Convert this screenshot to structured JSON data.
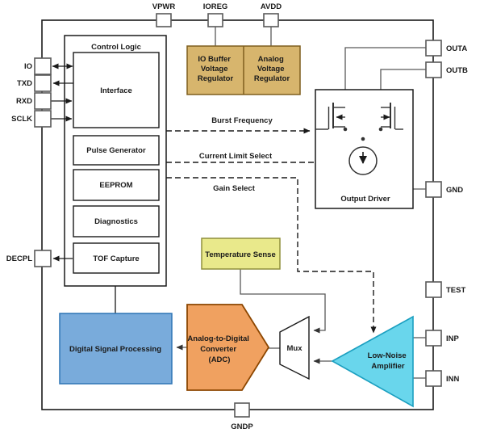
{
  "pins": {
    "top": [
      {
        "label": "VPWR"
      },
      {
        "label": "IOREG"
      },
      {
        "label": "AVDD"
      }
    ],
    "left": [
      {
        "label": "IO"
      },
      {
        "label": "TXD"
      },
      {
        "label": "RXD"
      },
      {
        "label": "SCLK"
      },
      {
        "label": "DECPL"
      }
    ],
    "right": [
      {
        "label": "OUTA"
      },
      {
        "label": "OUTB"
      },
      {
        "label": "GND"
      },
      {
        "label": "TEST"
      },
      {
        "label": "INP"
      },
      {
        "label": "INN"
      }
    ],
    "bottom": [
      {
        "label": "GNDP"
      }
    ]
  },
  "blocks": {
    "control_logic": {
      "label": "Control Logic"
    },
    "interface": {
      "label": "Interface"
    },
    "pulse_generator": {
      "label": "Pulse Generator"
    },
    "eeprom": {
      "label": "EEPROM"
    },
    "diagnostics": {
      "label": "Diagnostics"
    },
    "tof_capture": {
      "label": "TOF Capture"
    },
    "io_buffer_regulator": {
      "lines": [
        "IO Buffer",
        "Voltage",
        "Regulator"
      ]
    },
    "analog_regulator": {
      "lines": [
        "Analog",
        "Voltage",
        "Regulator"
      ]
    },
    "output_driver": {
      "label": "Output Driver"
    },
    "temperature_sense": {
      "label": "Temperature Sense"
    },
    "dsp": {
      "label": "Digital Signal Processing"
    },
    "adc": {
      "lines": [
        "Analog-to-Digital",
        "Converter",
        "(ADC)"
      ]
    },
    "mux": {
      "label": "Mux"
    },
    "lna": {
      "lines": [
        "Low-Noise",
        "Amplifier"
      ]
    }
  },
  "signals": {
    "burst_frequency": "Burst Frequency",
    "current_limit_select": "Current Limit Select",
    "gain_select": "Gain Select"
  },
  "colors": {
    "regulator_fill": "#D7B56D",
    "regulator_stroke": "#7F5F1F",
    "temperature_fill": "#E9E98B",
    "temperature_stroke": "#8F8F3C",
    "dsp_fill": "#79ABDB",
    "dsp_stroke": "#2E75B5",
    "adc_fill": "#F0A160",
    "adc_stroke": "#8C4600",
    "lna_fill": "#69D6EC",
    "lna_stroke": "#1B9FC0",
    "wire": "#595959",
    "line": "#1a1a1a"
  }
}
